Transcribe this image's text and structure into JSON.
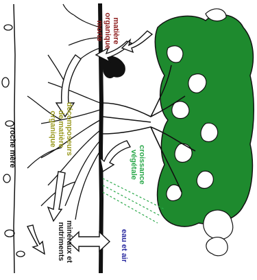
{
  "colors": {
    "matiere": "#8b1a1a",
    "decomposeurs": "#9a9a22",
    "croissance": "#2aa84a",
    "mineraux": "#1a1a1a",
    "eau_air": "#2a2aa0",
    "roche": "#111111",
    "foliage": "#1e8a2e",
    "ink": "#111111"
  },
  "labels": {
    "matiere": [
      "matière",
      "organique",
      "morte"
    ],
    "decomposeurs": [
      "décomposeurs",
      "de matière",
      "organique"
    ],
    "croissance": [
      "croissance",
      "végétale"
    ],
    "mineraux": [
      "minéraux et",
      "nutriments"
    ],
    "eau_air": "eau et air",
    "roche": "roche mère"
  }
}
